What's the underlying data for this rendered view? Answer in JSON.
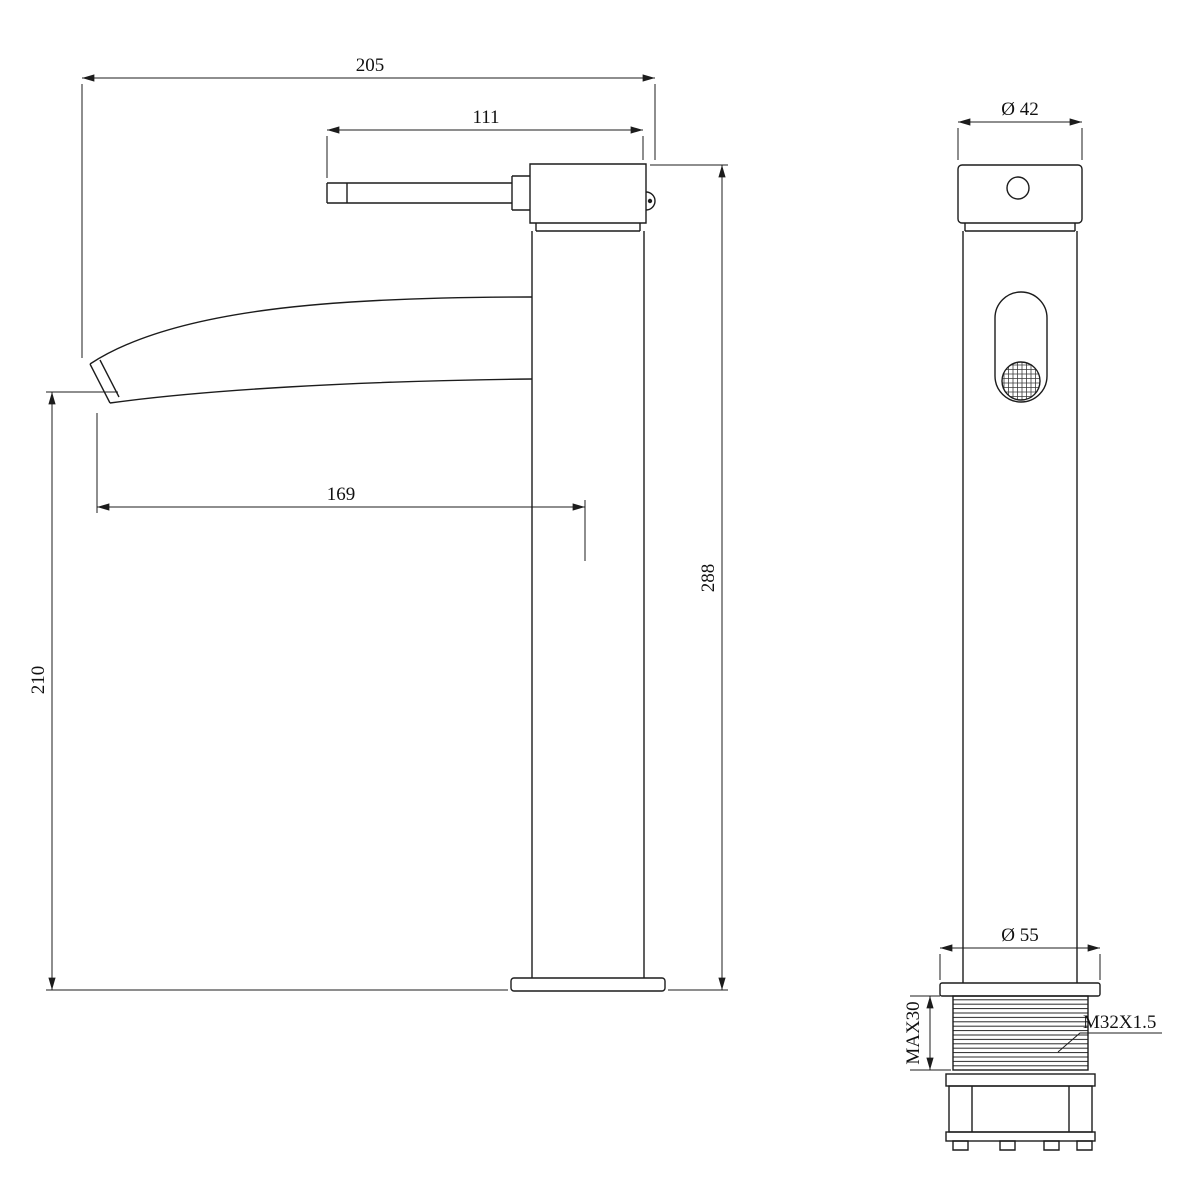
{
  "drawing": {
    "type": "faucet technical drawing, two orthographic views",
    "side_view": {
      "dims": {
        "overall_length": "205",
        "handle_length": "111",
        "spout_reach": "169",
        "spout_height": "210",
        "total_height": "288"
      }
    },
    "front_view": {
      "dims": {
        "top_diameter": "Ø 42",
        "base_diameter": "Ø 55",
        "mount_max_thickness": "MAX30",
        "thread_spec": "M32X1.5"
      }
    }
  }
}
